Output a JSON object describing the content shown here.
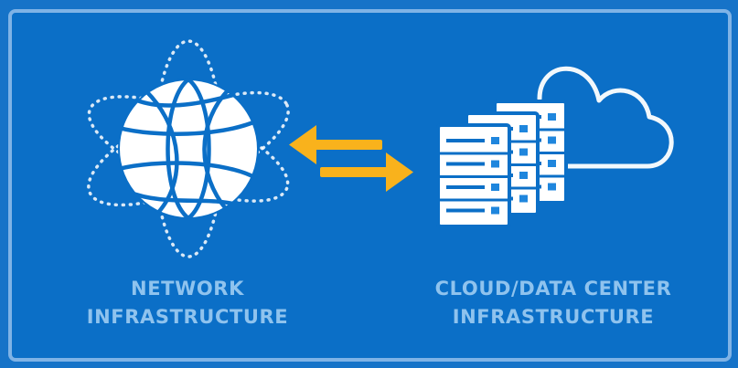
{
  "colors": {
    "background": "#0b6fc7",
    "frame": "#7fb3e6",
    "foreground": "#ffffff",
    "arrow": "#f9b21c",
    "label": "#8fc3ee",
    "server_indicator": "#1f86dd"
  },
  "icons": {
    "network": "globe-with-orbits-icon",
    "exchange": "bidirectional-arrows-icon",
    "servers": "server-stack-icon",
    "cloud": "cloud-icon"
  },
  "labels": {
    "network": {
      "line1": "NETWORK",
      "line2": "INFRASTRUCTURE"
    },
    "cloud": {
      "line1": "CLOUD/DATA CENTER",
      "line2": "INFRASTRUCTURE"
    }
  }
}
